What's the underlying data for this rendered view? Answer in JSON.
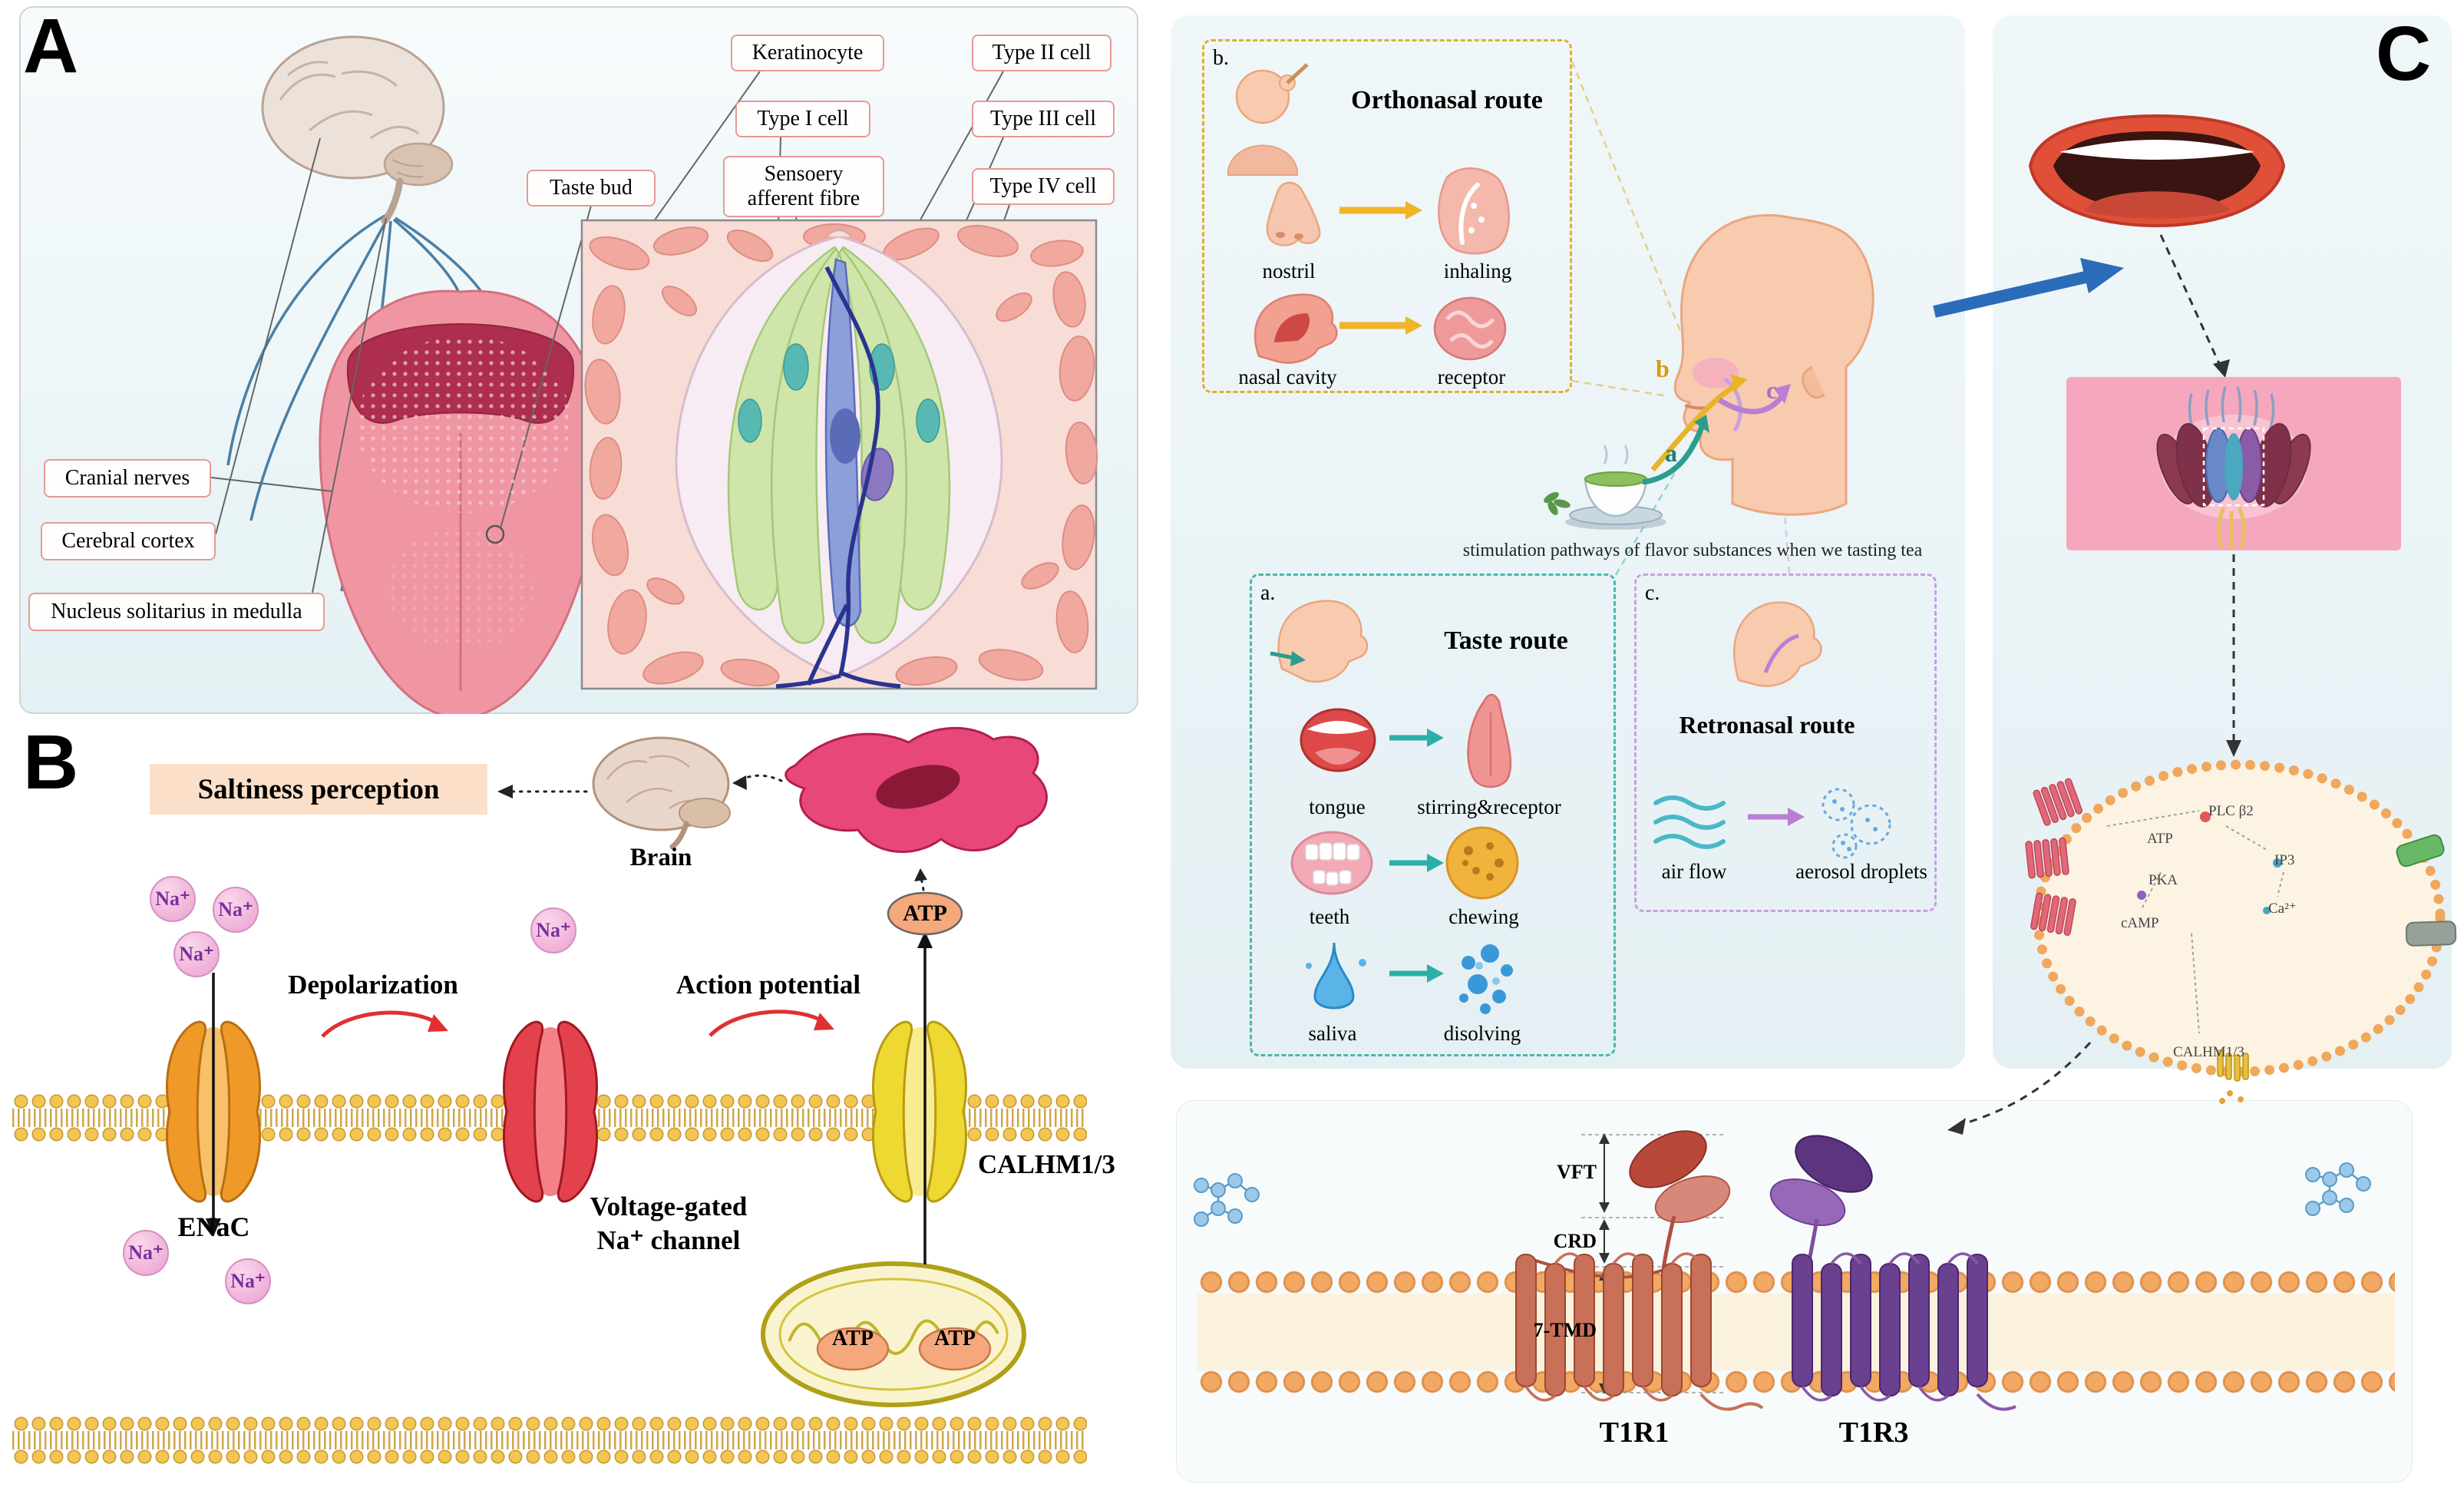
{
  "panels": {
    "a_letter": "A",
    "b_letter": "B",
    "c_letter": "C"
  },
  "panelA": {
    "callouts": {
      "taste_bud": "Taste bud",
      "keratinocyte": "Keratinocyte",
      "type1": "Type I cell",
      "sensory": "Sensoery afferent fibre",
      "type2": "Type II cell",
      "type3": "Type III cell",
      "type4": "Type IV cell",
      "cranial": "Cranial nerves",
      "cortex": "Cerebral cortex",
      "nucleus": "Nucleus solitarius in medulla"
    }
  },
  "panelB": {
    "saltiness": "Saltiness perception",
    "brain": "Brain",
    "na": "Na⁺",
    "depolarization": "Depolarization",
    "action_potential": "Action potential",
    "atp": "ATP",
    "enac": "ENaC",
    "vg_line1": "Voltage-gated",
    "vg_line2": "Na⁺ channel",
    "calhm": "CALHM1/3"
  },
  "panelC": {
    "ortho": {
      "tag": "b.",
      "title": "Orthonasal route",
      "row1_left": "nostril",
      "row1_right": "inhaling",
      "row2_left": "nasal cavity",
      "row2_right": "receptor"
    },
    "head": {
      "a": "a",
      "b": "b",
      "c": "c"
    },
    "caption": "stimulation pathways of flavor substances when we tasting tea",
    "taste": {
      "tag": "a.",
      "title": "Taste route",
      "row1_left": "tongue",
      "row1_right": "stirring&receptor",
      "row2_left": "teeth",
      "row2_right": "chewing",
      "row3_left": "saliva",
      "row3_right": "disolving"
    },
    "retro": {
      "tag": "c.",
      "title": "Retronasal route",
      "left": "air flow",
      "right": "aerosol droplets"
    },
    "cell_labels": {
      "plc": "PLC β2",
      "ip3": "IP3",
      "pka": "PKA",
      "camp": "cAMP",
      "atp": "ATP",
      "ca": "Ca²⁺",
      "calhm": "CALHM1/3"
    },
    "receptor": {
      "vft": "VFT",
      "crd": "CRD",
      "tmd": "7-TMD",
      "t1r1": "T1R1",
      "t1r3": "T1R3"
    }
  }
}
